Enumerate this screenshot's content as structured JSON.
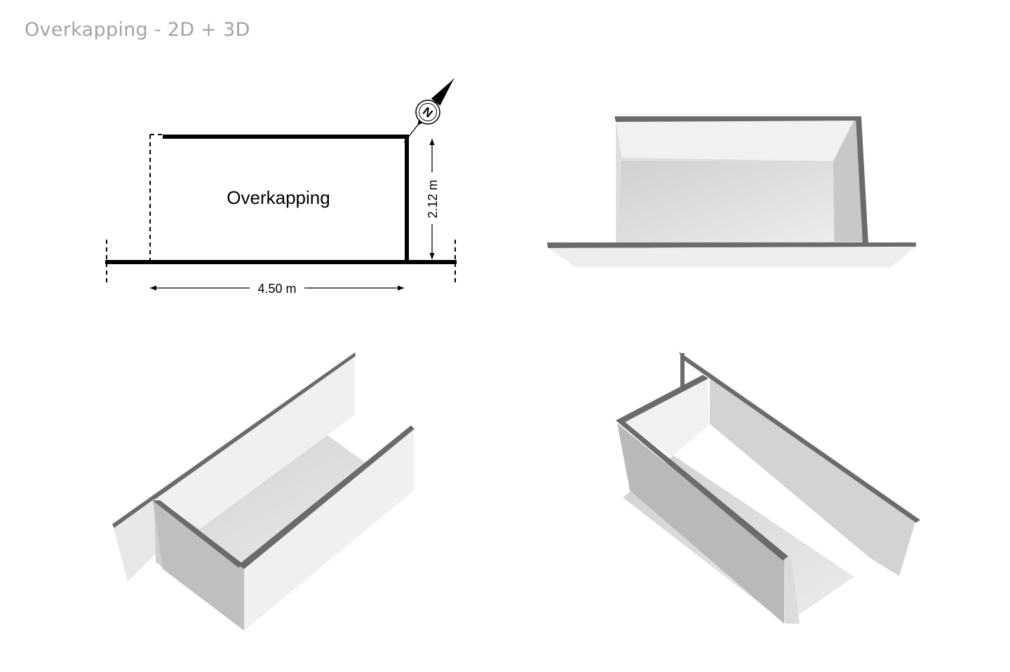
{
  "header": {
    "title": "Overkapping - 2D + 3D"
  },
  "floorplan": {
    "room_label": "Overkapping",
    "width_label": "4.50 m",
    "depth_label": "2.12 m",
    "compass_letter": "N"
  },
  "views_3d": [
    "3d-top-view",
    "3d-perspective-left",
    "3d-perspective-right"
  ],
  "colors": {
    "wall_top": "#6b6b6b",
    "wall_face_light": "#ececec",
    "wall_face_mid": "#bdbdbd",
    "floor": "#dadada",
    "title": "#a3a3a3"
  }
}
